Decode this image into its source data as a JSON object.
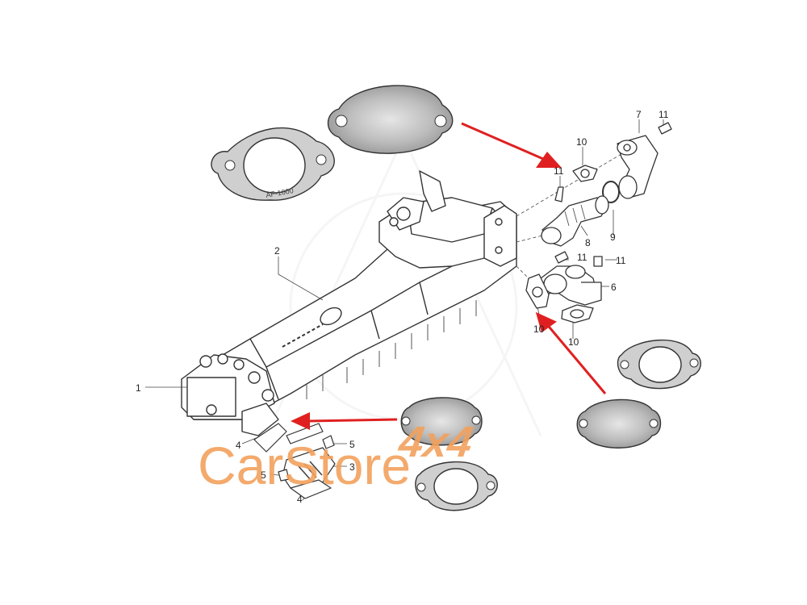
{
  "diagram": {
    "callouts": {
      "c1": "1",
      "c2": "2",
      "c3": "3",
      "c4a": "4",
      "c4b": "4",
      "c5a": "5",
      "c5b": "5",
      "c6": "6",
      "c7": "7",
      "c8": "8",
      "c9": "9",
      "c10a": "10",
      "c10b": "10",
      "c10c": "10",
      "c11a": "11",
      "c11b": "11",
      "c11c": "11",
      "c11d": "11"
    },
    "gasket_markings": {
      "top": "AF-1000"
    }
  },
  "watermark": {
    "word": "CarStore",
    "suffix": "4x4"
  },
  "colors": {
    "arrow": "#e02020",
    "watermark": "#f2a15d",
    "line": "#333333",
    "plate": "#b9b9b9"
  }
}
